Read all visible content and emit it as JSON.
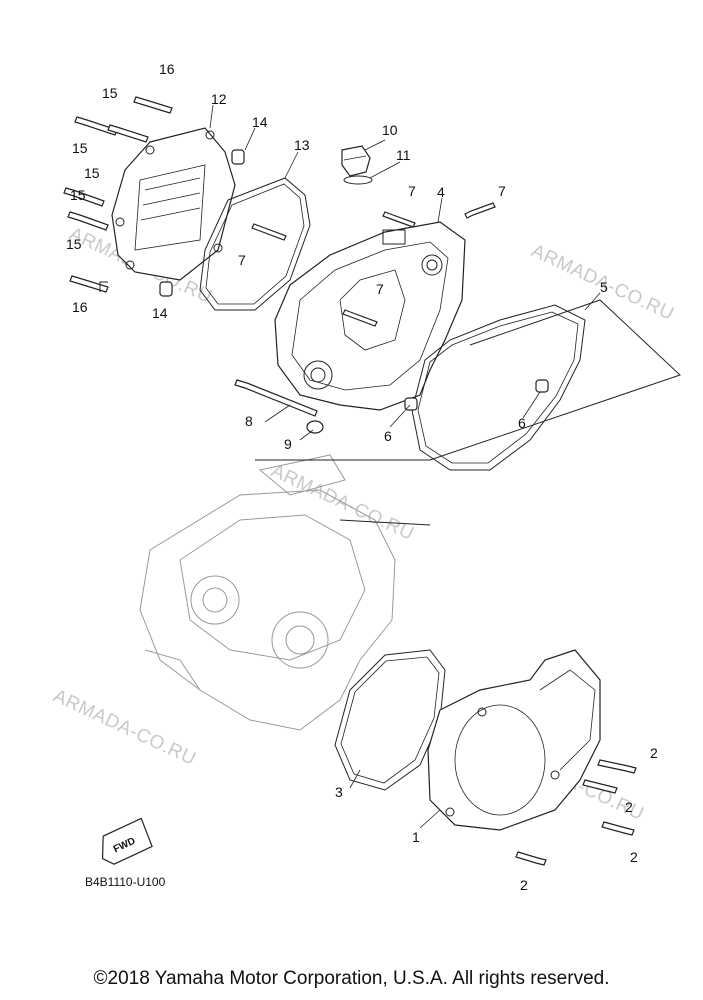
{
  "labels": {
    "l1": "1",
    "l2a": "2",
    "l2b": "2",
    "l2c": "2",
    "l2d": "2",
    "l3": "3",
    "l4": "4",
    "l5": "5",
    "l6a": "6",
    "l6b": "6",
    "l7a": "7",
    "l7b": "7",
    "l7c": "7",
    "l7d": "7",
    "l8": "8",
    "l9": "9",
    "l10": "10",
    "l11": "11",
    "l12": "12",
    "l13": "13",
    "l14a": "14",
    "l14b": "14",
    "l15a": "15",
    "l15b": "15",
    "l15c": "15",
    "l15d": "15",
    "l15e": "15",
    "l16a": "16",
    "l16b": "16"
  },
  "watermarks": [
    "ARMADA-CO.RU",
    "ARMADA-CO.RU",
    "ARMADA-CO.RU",
    "ARMADA-CO.RU",
    "ARMADA-CO.RU"
  ],
  "fwd_label": "FWD",
  "diagram_code": "B4B1110-U100",
  "copyright": "©2018 Yamaha Motor Corporation, U.S.A. All rights reserved."
}
